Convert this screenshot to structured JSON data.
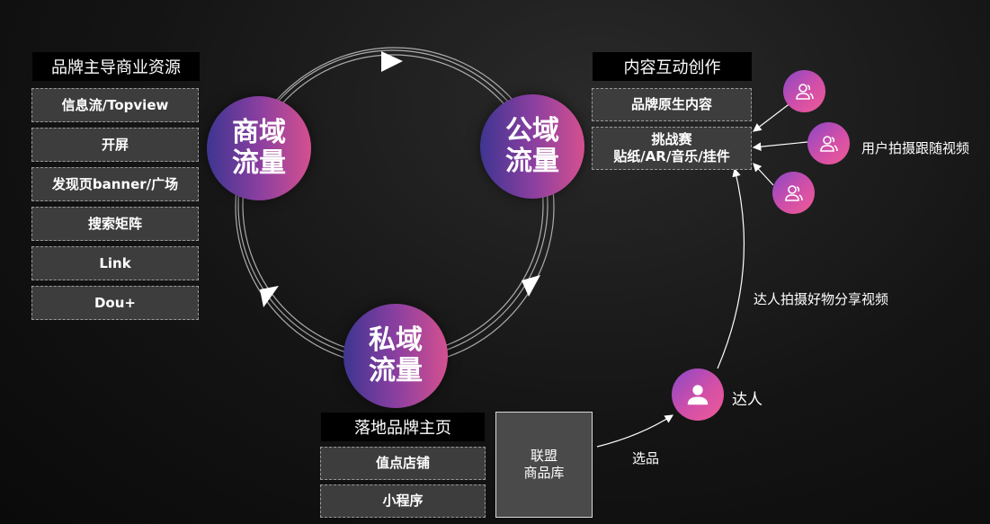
{
  "brand_resources": {
    "title": "品牌主导商业资源",
    "items": [
      "信息流/Topview",
      "开屏",
      "发现页banner/广场",
      "搜索矩阵",
      "Link",
      "Dou+"
    ]
  },
  "flow_circles": {
    "commercial": {
      "line1": "商域",
      "line2": "流量"
    },
    "public": {
      "line1": "公域",
      "line2": "流量"
    },
    "private": {
      "line1": "私域",
      "line2": "流量"
    }
  },
  "content_creation": {
    "title": "内容互动创作",
    "item1": "品牌原生内容",
    "item2_line1": "挑战赛",
    "item2_line2": "贴纸/AR/音乐/挂件"
  },
  "landing": {
    "title": "落地品牌主页",
    "items": [
      "值点店铺",
      "小程序"
    ]
  },
  "alliance_library": {
    "line1": "联盟",
    "line2": "商品库"
  },
  "labels": {
    "user_follow": "用户拍摄跟随视频",
    "kol_share": "达人拍摄好物分享视频",
    "kol": "达人",
    "select": "选品"
  },
  "colors": {
    "circle_start": "#3e3591",
    "circle_end": "#d4508f",
    "avatar_start": "#8a48c8",
    "avatar_end": "#ee5b95",
    "box_fill": "#3d3d3d",
    "title_fill": "#000000"
  }
}
